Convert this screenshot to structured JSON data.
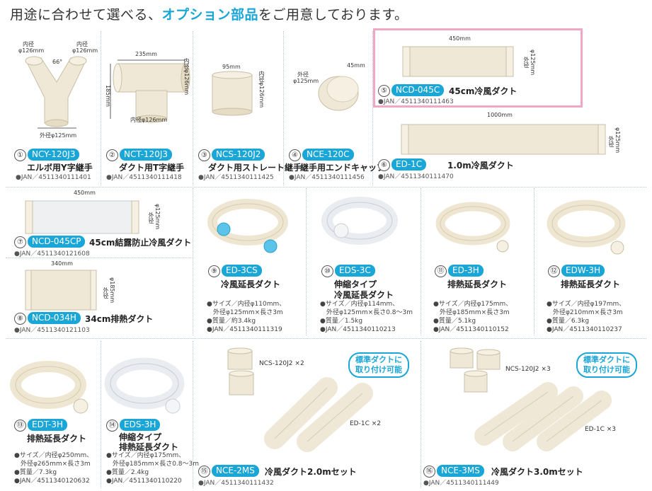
{
  "header": {
    "text_before": "用途に合わせて選べる、",
    "accent": "オプション部品",
    "text_after": "をご用意しております。"
  },
  "colors": {
    "accent": "#1aa6d6",
    "highlight": "#f0a8c6",
    "duct": "#efe8d6",
    "duct_shade": "#d8ceb4"
  },
  "products": [
    {
      "num": "①",
      "code": "NCY-120J3",
      "name": "エルボ用Y字継手",
      "jan": "●JAN／4511340111401",
      "dims": [
        "内径",
        "φ126mm",
        "内径",
        "φ126mm",
        "66°",
        "外径φ125mm"
      ]
    },
    {
      "num": "②",
      "code": "NCT-120J3",
      "name": "ダクト用T字継手",
      "jan": "●JAN／4511340111418",
      "dims": [
        "235mm",
        "185mm",
        "内径φ126mm",
        "内径φ126mm"
      ]
    },
    {
      "num": "③",
      "code": "NCS-120J2",
      "name": "ダクト用ストレート継手",
      "jan": "●JAN／4511340111425",
      "dims": [
        "95mm",
        "内径φ126mm"
      ]
    },
    {
      "num": "④",
      "code": "NCE-120C",
      "name": "継手用エンドキャップ",
      "jan": "●JAN／4511340111456",
      "dims": [
        "45mm",
        "外径",
        "φ125mm"
      ]
    },
    {
      "num": "⑤",
      "code": "NCD-045C",
      "name": "45cm冷風ダクト",
      "jan": "●JAN／4511340111463",
      "dims": [
        "450mm",
        "外径",
        "φ125mm"
      ]
    },
    {
      "num": "⑥",
      "code": "ED-1C",
      "name": "1.0m冷風ダクト",
      "jan": "●JAN／4511340111470",
      "dims": [
        "1000mm",
        "外径",
        "φ125mm"
      ]
    },
    {
      "num": "⑦",
      "code": "NCD-045CP",
      "name": "45cm結露防止冷風ダクト",
      "jan": "●JAN／4511340121608",
      "dims": [
        "450mm",
        "外径",
        "φ125mm"
      ]
    },
    {
      "num": "⑧",
      "code": "NCD-034H",
      "name": "34cm排熱ダクト",
      "jan": "●JAN／4511340121103",
      "dims": [
        "340mm",
        "外径",
        "φ185mm"
      ]
    },
    {
      "num": "⑨",
      "code": "ED-3CS",
      "name": "冷風延長ダクト",
      "specs": [
        "●サイズ／内径φ110mm、",
        "　外径φ125mm×長さ3m",
        "●質量／約3.4kg",
        "●JAN／4511340111319"
      ]
    },
    {
      "num": "⑩",
      "code": "EDS-3C",
      "name": "伸縮タイプ",
      "name2": "冷風延長ダクト",
      "specs": [
        "●サイズ／内径φ114mm、",
        "　外径φ125mm×長さ0.8〜3m",
        "●質量／1.5kg",
        "●JAN／4511340110213"
      ]
    },
    {
      "num": "⑪",
      "code": "ED-3H",
      "name": "排熱延長ダクト",
      "specs": [
        "●サイズ／内径φ175mm、",
        "　外径φ185mm×長さ3m",
        "●質量／5.1kg",
        "●JAN／4511340110152"
      ]
    },
    {
      "num": "⑫",
      "code": "EDW-3H",
      "name": "排熱延長ダクト",
      "specs": [
        "●サイズ／内径φ197mm、",
        "　外径φ210mm×長さ3m",
        "●質量／6.3kg",
        "●JAN／4511340110237"
      ]
    },
    {
      "num": "⑬",
      "code": "EDT-3H",
      "name": "排熱延長ダクト",
      "specs": [
        "●サイズ／内径φ250mm、",
        "　外径φ265mm×長さ3m",
        "●質量／7.3kg",
        "●JAN／4511340120632"
      ]
    },
    {
      "num": "⑭",
      "code": "EDS-3H",
      "name": "伸縮タイプ",
      "name2": "排熱延長ダクト",
      "specs": [
        "●サイズ／内径φ175mm、",
        "　外径φ185mm×長さ0.8〜3m",
        "●質量／2.4kg",
        "●JAN／4511340110220"
      ]
    },
    {
      "num": "⑮",
      "code": "NCE-2MS",
      "name": "冷風ダクト2.0mセット",
      "jan": "●JAN／4511340111432",
      "parts": [
        "NCS-120J2 ×2",
        "ED-1C ×2"
      ],
      "badge": [
        "標準ダクトに",
        "取り付け可能"
      ]
    },
    {
      "num": "⑯",
      "code": "NCE-3MS",
      "name": "冷風ダクト3.0mセット",
      "jan": "●JAN／4511340111449",
      "parts": [
        "NCS-120J2 ×3",
        "ED-1C ×3"
      ],
      "badge": [
        "標準ダクトに",
        "取り付け可能"
      ]
    }
  ]
}
